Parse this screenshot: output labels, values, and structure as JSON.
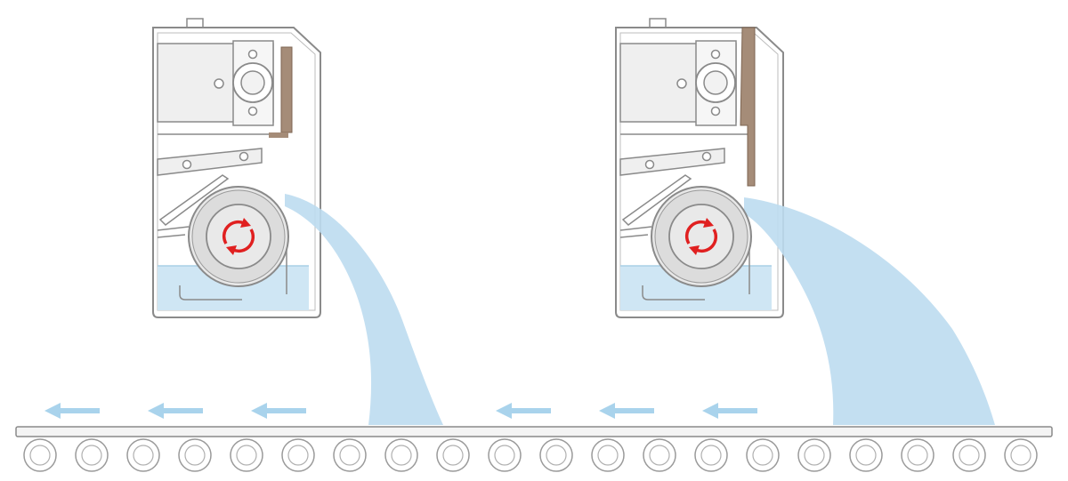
{
  "diagram": {
    "machines": [
      {
        "name": "coating-machine-left",
        "roller_rotation": "clockwise",
        "spray": "narrow"
      },
      {
        "name": "coating-machine-right",
        "roller_rotation": "clockwise",
        "spray": "wide"
      }
    ],
    "conveyor": {
      "direction": "left",
      "roller_count": 20,
      "arrow_count": 6
    },
    "colors": {
      "outline": "#8a8a8a",
      "housing_fill": "#ffffff",
      "panel_fill": "#efefef",
      "liquid": "#cfe6f4",
      "spray": "#bcdcf0",
      "arrow": "#a9d3ec",
      "rotation": "#e02020",
      "doctor_blade": "#a58c78",
      "roller_fill": "#dcdcdc"
    },
    "icons": [
      "rotation-arrows-icon",
      "conveyor-direction-arrow-icon"
    ]
  }
}
